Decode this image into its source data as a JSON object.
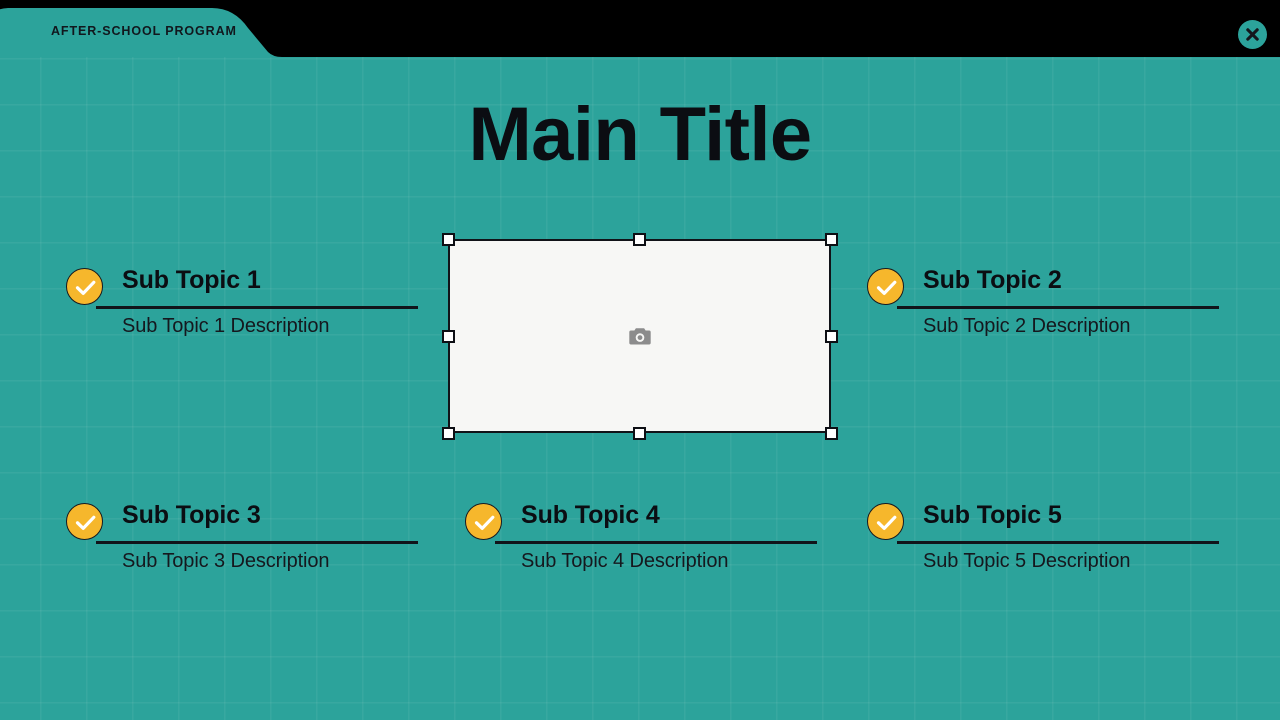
{
  "header": {
    "tab_label": "AFTER-SCHOOL PROGRAM",
    "close_icon": "close-x-icon",
    "bar_color": "#000000",
    "tab_color": "#2ca39b"
  },
  "slide": {
    "title": "Main Title",
    "background_color": "#2ca39b",
    "text_color": "#0b0d12",
    "accent_color": "#f6b72c"
  },
  "image_placeholder": {
    "icon": "camera-icon",
    "fill_color": "#f7f7f5",
    "selected": true,
    "handle_count": 8
  },
  "topics": [
    {
      "title": "Sub Topic 1",
      "description": "Sub Topic 1 Description",
      "check_icon": "check-circle-icon"
    },
    {
      "title": "Sub Topic 2",
      "description": "Sub Topic 2 Description",
      "check_icon": "check-circle-icon"
    },
    {
      "title": "Sub Topic 3",
      "description": "Sub Topic 3 Description",
      "check_icon": "check-circle-icon"
    },
    {
      "title": "Sub Topic 4",
      "description": "Sub Topic 4 Description",
      "check_icon": "check-circle-icon"
    },
    {
      "title": "Sub Topic 5",
      "description": "Sub Topic 5 Description",
      "check_icon": "check-circle-icon"
    }
  ]
}
